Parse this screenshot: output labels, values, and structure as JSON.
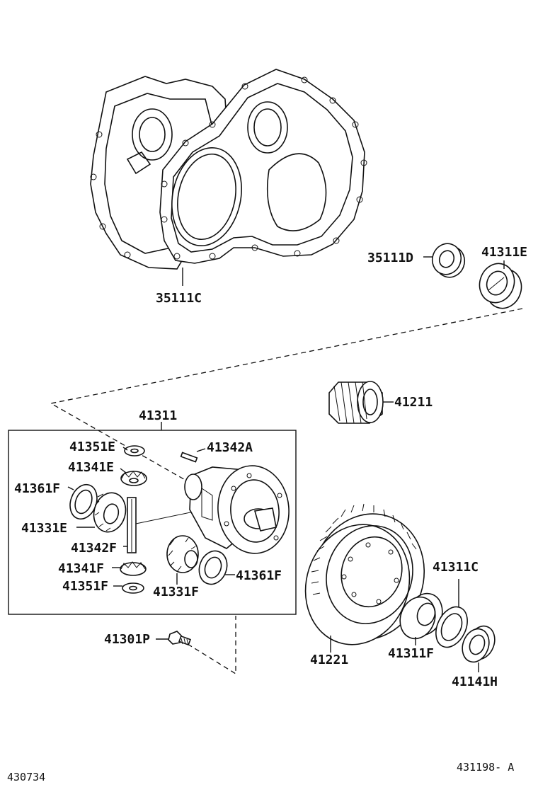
{
  "labels": {
    "p35111C": "35111C",
    "p35111D": "35111D",
    "p41311E": "41311E",
    "p41211": "41211",
    "p41311": "41311",
    "p41351E": "41351E",
    "p41342A": "41342A",
    "p41341E": "41341E",
    "p41361F_left": "41361F",
    "p41331E": "41331E",
    "p41342F": "41342F",
    "p41341F": "41341F",
    "p41351F": "41351F",
    "p41331F": "41331F",
    "p41361F_right": "41361F",
    "p41301P": "41301P",
    "p41311C": "41311C",
    "p41221": "41221",
    "p41311F": "41311F",
    "p41141H": "41141H"
  },
  "footer": {
    "left_code": "430734",
    "right_code": "431198- A"
  }
}
